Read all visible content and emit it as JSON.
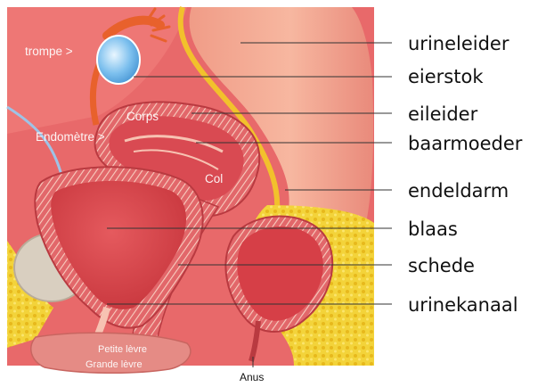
{
  "figure": {
    "labels_nl": [
      {
        "id": "urineleider",
        "text": "urineleider"
      },
      {
        "id": "eierstok",
        "text": "eierstok"
      },
      {
        "id": "eileider",
        "text": "eileider"
      },
      {
        "id": "baarmoeder",
        "text": "baarmoeder"
      },
      {
        "id": "endeldarm",
        "text": "endeldarm"
      },
      {
        "id": "blaas",
        "text": "blaas"
      },
      {
        "id": "schede",
        "text": "schede"
      },
      {
        "id": "urinekanaal",
        "text": "urinekanaal"
      }
    ],
    "labels_fr": {
      "trompe": "trompe >",
      "endometre": "Endomètre >",
      "corps": "Corps",
      "col": "Col",
      "petite_levre": "Petite lèvre",
      "grande_levre": "Grande lèvre",
      "anus": "Anus"
    },
    "colors": {
      "background_pink": "#e96a6a",
      "deep_red": "#c8343c",
      "organ_red": "#dc4f55",
      "light_tissue": "#f29a8c",
      "fat_yellow": "#f1cf2c",
      "ovary_blue": "#6fb6e8",
      "bone": "#d9cfc0",
      "hatching": "#f6c2b4"
    }
  }
}
